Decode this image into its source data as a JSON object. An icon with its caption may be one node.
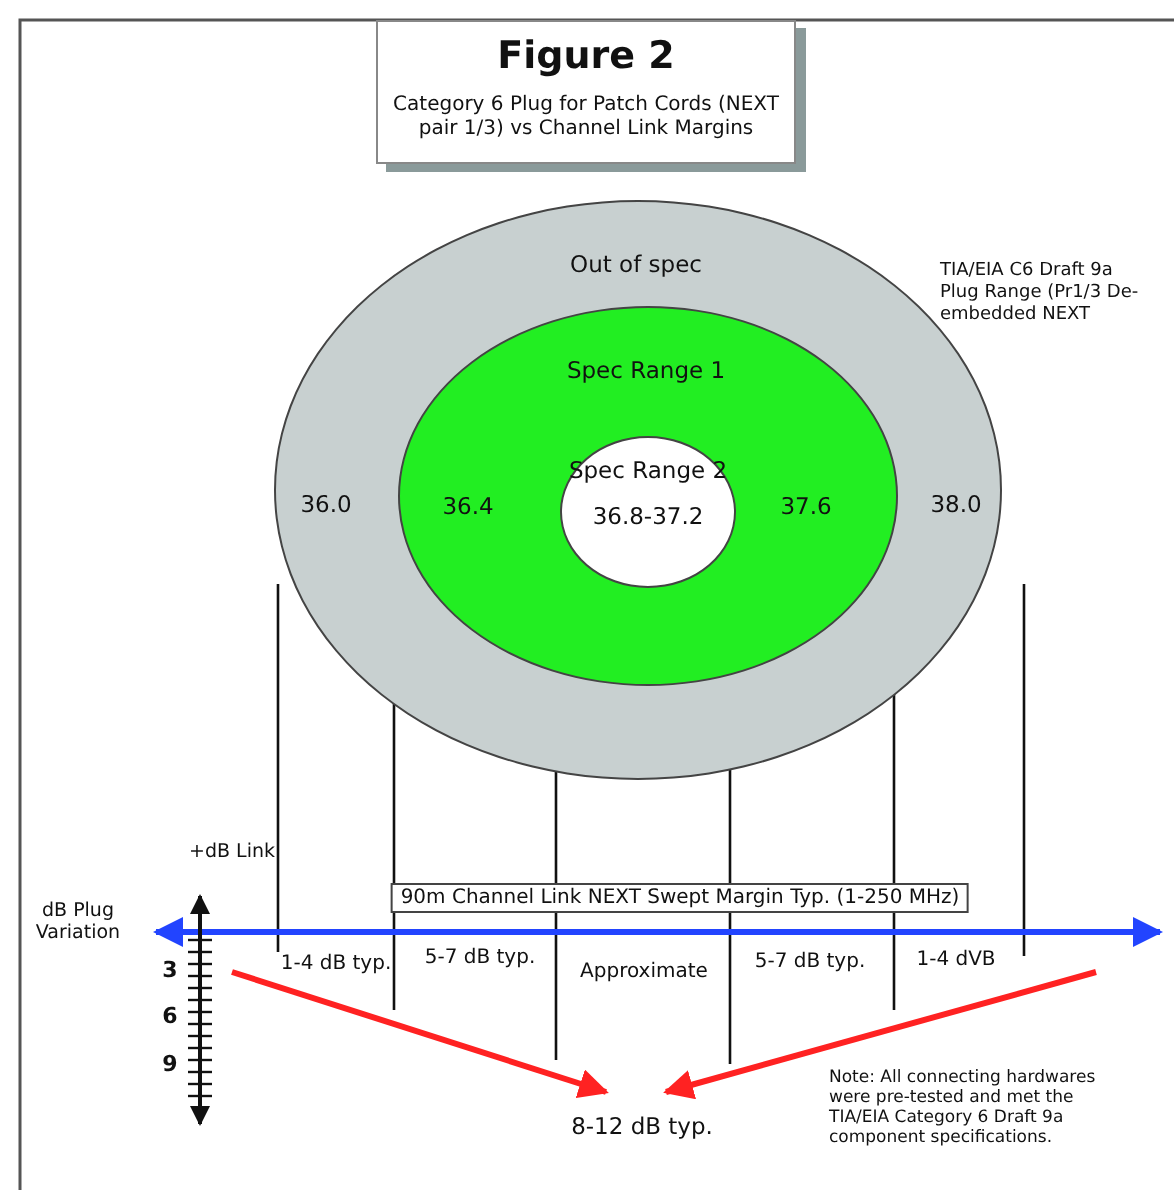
{
  "diagram": {
    "title": "Figure 2",
    "nodes": [
      {
        "text": [
          "Out of spec",
          "36.0",
          "38.0"
        ]
      },
      {
        "text": [
          "Spec Range 1",
          "36.4",
          "37.6"
        ],
        "in": 0
      },
      {
        "text": [
          "Spec Range 2",
          "36.8-37.2"
        ],
        "in": 1
      },
      {
        "text": [
          "8-12 dB typ."
        ]
      }
    ],
    "edges": [
      {
        "from": null,
        "to": 3,
        "arrow": "to"
      },
      {
        "from": null,
        "to": 3,
        "arrow": "to"
      }
    ],
    "labels": [
      "Category 6 Plug for Patch Cords (NEXT pair 1/3) vs Channel Link Margins",
      "TIA/EIA C6 Draft 9a Plug Range (Pr1/3 De-embedded NEXT",
      "+dB Link",
      "90m Channel Link NEXT Swept Margin Typ. (1-250 MHz)",
      "dB Plug Variation",
      "3",
      "6",
      "9",
      "1-4 dB typ.",
      "5-7 dB typ.",
      "Approximate",
      "5-7 dB typ.",
      "1-4 dVB",
      "Note: All connecting hardwares were pre-tested and met the TIA/EIA Category 6 Draft 9a component specifications."
    ]
  }
}
